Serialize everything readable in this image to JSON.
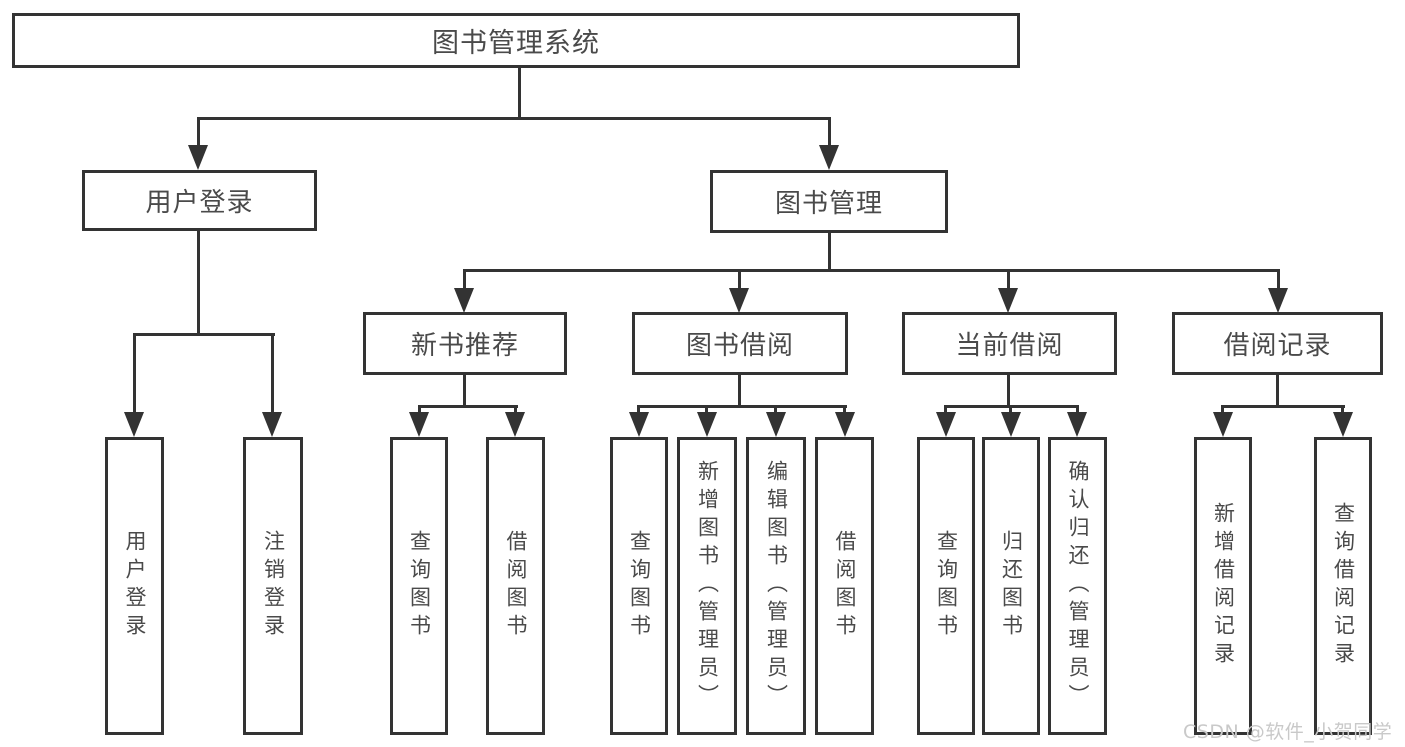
{
  "diagram_title": "图书管理系统",
  "nodes": {
    "root": "图书管理系统",
    "user_login": "用户登录",
    "book_mgmt": "图书管理",
    "new_book_rec": "新书推荐",
    "book_borrow": "图书借阅",
    "current_borrow": "当前借阅",
    "borrow_records": "借阅记录",
    "leaf_user_login": "用户登录",
    "leaf_logout": "注销登录",
    "leaf_rec_query_books": "查询图书",
    "leaf_rec_borrow_books": "借阅图书",
    "leaf_bb_query_books": "查询图书",
    "leaf_bb_add_books": "新增图书（管理员）",
    "leaf_bb_edit_books": "编辑图书（管理员）",
    "leaf_bb_borrow_books": "借阅图书",
    "leaf_cb_query_books": "查询图书",
    "leaf_cb_return_books": "归还图书",
    "leaf_cb_confirm_return": "确认归还（管理员）",
    "leaf_br_add_record": "新增借阅记录",
    "leaf_br_query_record": "查询借阅记录"
  },
  "watermark": "CSDN @软件_小贺同学",
  "colors": {
    "line": "#333333",
    "text": "#4a4a4a",
    "background": "#ffffff",
    "watermark": "#c9c9c9"
  }
}
